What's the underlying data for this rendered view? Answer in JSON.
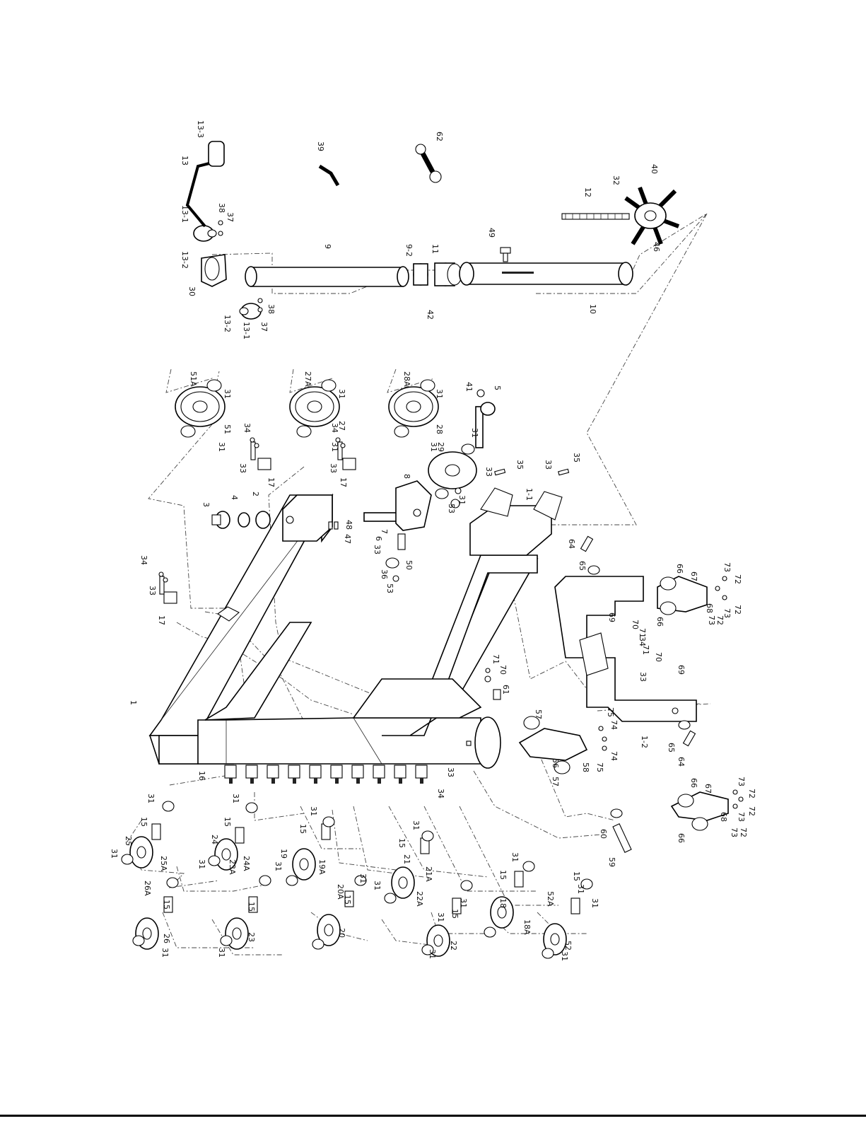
{
  "colors": {
    "ink": "#000000",
    "paper": "#ffffff"
  },
  "labels": {
    "frame": "1",
    "frame_a": "1-1",
    "frame_b": "1-2",
    "p2": "2",
    "p3": "3",
    "p4": "4",
    "p5": "5",
    "p6": "6",
    "p7": "7",
    "p8": "8",
    "p9": "9",
    "p9_2": "9-2",
    "p10": "10",
    "p11": "11",
    "p12": "12",
    "p13": "13",
    "p13_1": "13-1",
    "p13_2": "13-2",
    "p13_3": "13-3",
    "p15": "15",
    "p16": "16",
    "p17": "17",
    "p18": "18",
    "p18a": "18A",
    "p19": "19",
    "p19a": "19A",
    "p20": "20",
    "p20a": "20A",
    "p21": "21",
    "p21a": "21A",
    "p22": "22",
    "p22a": "22A",
    "p23": "23",
    "p23a": "23A",
    "p24": "24",
    "p24a": "24A",
    "p25": "25",
    "p25a": "25A",
    "p26": "26",
    "p26a": "26A",
    "p27": "27",
    "p27a": "27A",
    "p28": "28",
    "p28a": "28A",
    "p29": "29",
    "p30": "30",
    "p31": "31",
    "p32": "32",
    "p33": "33",
    "p34": "34",
    "p35": "35",
    "p36": "36",
    "p37": "37",
    "p38": "38",
    "p39": "39",
    "p40": "40",
    "p41": "41",
    "p42": "42",
    "p46": "46",
    "p47": "47",
    "p48": "48",
    "p49": "49",
    "p50": "50",
    "p51": "51",
    "p51a": "51A",
    "p52": "52",
    "p52a": "52A",
    "p53": "53",
    "p56": "56",
    "p57": "57",
    "p58": "58",
    "p59": "59",
    "p60": "60",
    "p61": "61",
    "p62": "62",
    "p64": "64",
    "p65": "65",
    "p66": "66",
    "p67": "67",
    "p68": "68",
    "p69": "69",
    "p70": "70",
    "p71": "71",
    "p72": "72",
    "p73": "73",
    "p74": "74",
    "p75": "75"
  },
  "icons": {
    "main_frame": "u-frame-icon",
    "handle": "crank-handle-icon",
    "wrench": "wrench-icon",
    "star_knob": "star-knob-icon",
    "threaded_rod": "threaded-rod-icon",
    "roller": "roller-die-icon",
    "bracket": "bracket-icon",
    "foot": "foot-pad-icon"
  }
}
